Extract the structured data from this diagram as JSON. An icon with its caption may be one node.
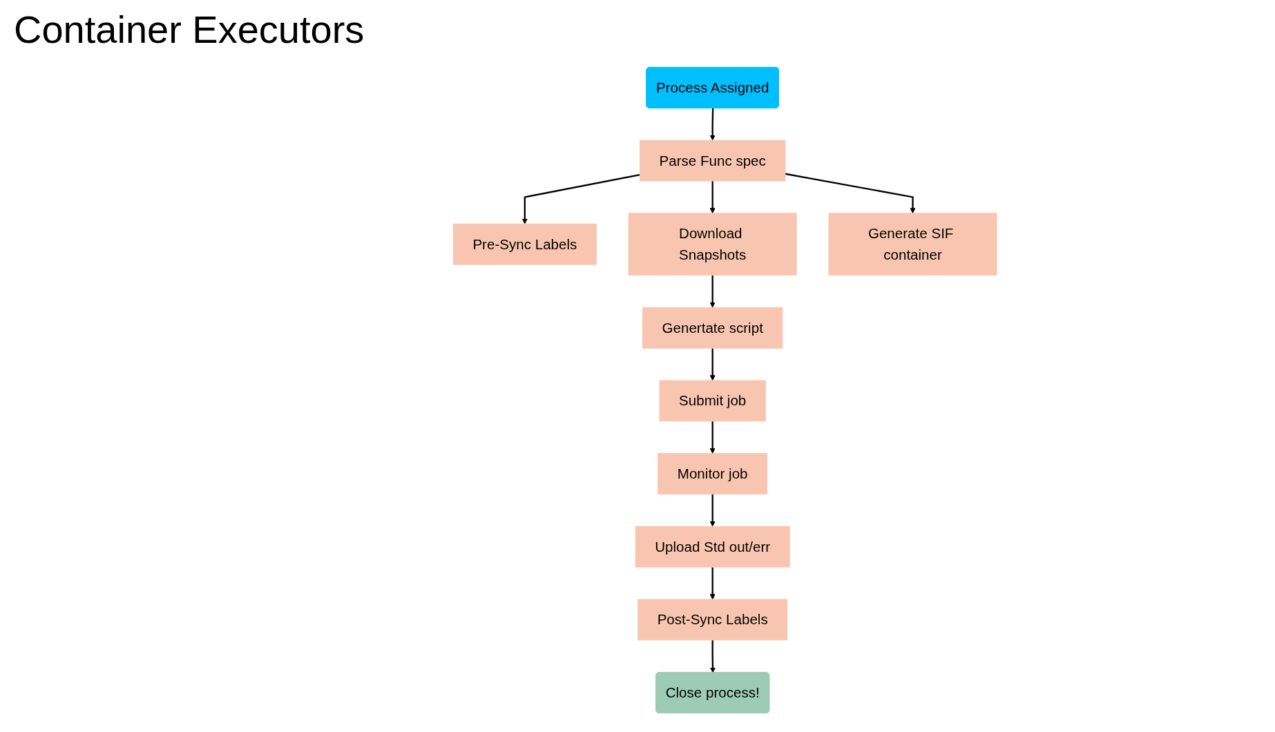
{
  "diagram": {
    "title": "Container Executors",
    "nodes": [
      {
        "text": [
          "Process Assigned"
        ]
      },
      {
        "text": [
          "Parse Func spec"
        ]
      },
      {
        "text": [
          "Pre-Sync Labels"
        ]
      },
      {
        "text": [
          "Download Snapshots"
        ]
      },
      {
        "text": [
          "Generate SIF container"
        ]
      },
      {
        "text": [
          "Genertate script"
        ]
      },
      {
        "text": [
          "Submit job"
        ]
      },
      {
        "text": [
          "Monitor job"
        ]
      },
      {
        "text": [
          "Upload Std out/err"
        ]
      },
      {
        "text": [
          "Post-Sync Labels"
        ]
      },
      {
        "text": [
          "Close process!"
        ]
      }
    ],
    "edges": [
      {
        "from": 0,
        "to": 1,
        "arrow": "to"
      },
      {
        "from": 1,
        "to": 2,
        "arrow": "to"
      },
      {
        "from": 1,
        "to": 3,
        "arrow": "to"
      },
      {
        "from": 1,
        "to": 4,
        "arrow": "to"
      },
      {
        "from": 3,
        "to": 5,
        "arrow": "to"
      },
      {
        "from": 5,
        "to": 6,
        "arrow": "to"
      },
      {
        "from": 6,
        "to": 7,
        "arrow": "to"
      },
      {
        "from": 7,
        "to": 8,
        "arrow": "to"
      },
      {
        "from": 8,
        "to": 9,
        "arrow": "to"
      },
      {
        "from": 9,
        "to": 10,
        "arrow": "to"
      }
    ]
  }
}
